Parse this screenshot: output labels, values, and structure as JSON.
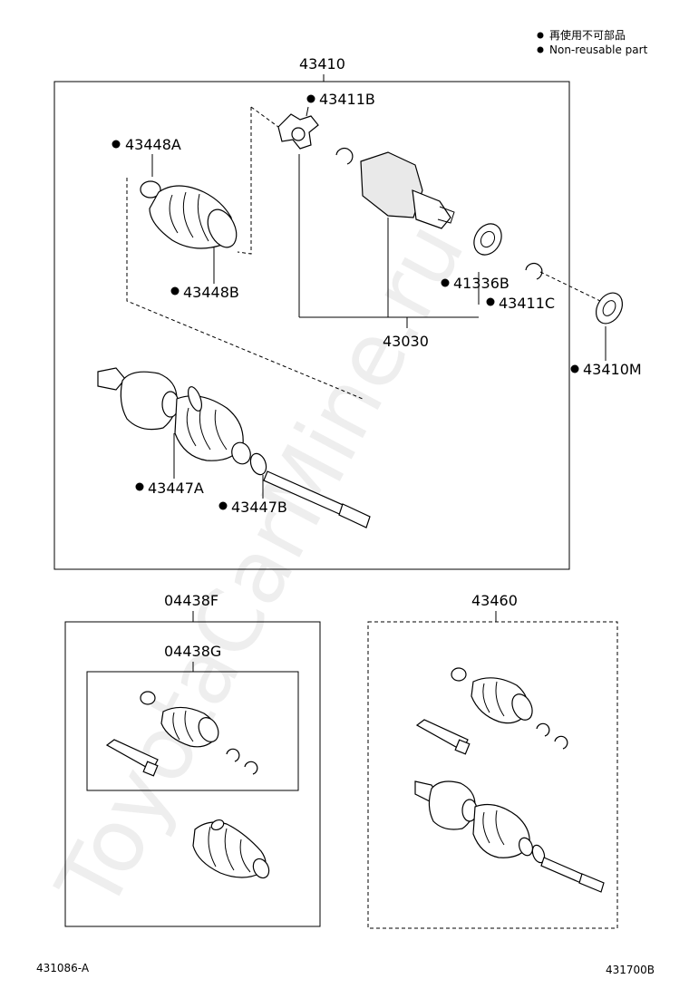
{
  "legend": {
    "items": [
      {
        "label": "再使用不可部品"
      },
      {
        "label": "Non-reusable part"
      }
    ]
  },
  "assemblies": {
    "main": "43410",
    "inboard_joint": "43030",
    "kit_f": "04438F",
    "kit_g": "04438G",
    "outboard": "43460"
  },
  "parts": {
    "p43411B": "43411B",
    "p43448A": "43448A",
    "p43448B": "43448B",
    "p41336B": "41336B",
    "p43411C": "43411C",
    "p43410M": "43410M",
    "p43447A": "43447A",
    "p43447B": "43447B"
  },
  "footer": {
    "left_code": "431086-A",
    "right_code": "431700B"
  },
  "watermark": "ToyotaCarMine.ru"
}
